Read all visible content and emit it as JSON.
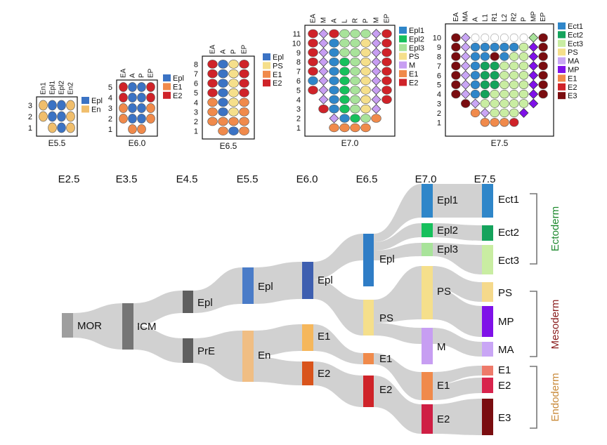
{
  "panels": [
    {
      "id": "E5.5",
      "label": "E5.5",
      "cols": [
        "En1",
        "Epl1",
        "Epl2",
        "En2"
      ],
      "rows": [
        {
          "n": "3",
          "c": [
            "En",
            "Epl",
            "Epl",
            "En"
          ]
        },
        {
          "n": "2",
          "c": [
            "En",
            "Epl",
            "Epl",
            "En"
          ]
        },
        {
          "n": "1",
          "c": [
            "",
            "En",
            "Epl",
            "En"
          ]
        }
      ],
      "legend": [
        "Epl",
        "En"
      ]
    },
    {
      "id": "E6.0",
      "label": "E6.0",
      "cols": [
        "EA",
        "A",
        "P",
        "EP"
      ],
      "rows": [
        {
          "n": "5",
          "c": [
            "E2",
            "Epl",
            "Epl",
            "E2"
          ]
        },
        {
          "n": "4",
          "c": [
            "E2",
            "Epl",
            "Epl",
            "E2"
          ]
        },
        {
          "n": "3",
          "c": [
            "E1",
            "Epl",
            "Epl",
            "E1"
          ]
        },
        {
          "n": "2",
          "c": [
            "E1",
            "Epl",
            "Epl",
            "E1"
          ]
        },
        {
          "n": "1",
          "c": [
            "",
            "E1",
            "E1",
            ""
          ]
        }
      ],
      "legend": [
        "Epl",
        "E1",
        "E2"
      ]
    },
    {
      "id": "E6.5",
      "label": "E6.5",
      "cols": [
        "EA",
        "A",
        "P",
        "EP"
      ],
      "rows": [
        {
          "n": "8",
          "c": [
            "E2",
            "Epl",
            "PS",
            "E2"
          ]
        },
        {
          "n": "7",
          "c": [
            "E2",
            "Epl",
            "PS",
            "E2"
          ]
        },
        {
          "n": "6",
          "c": [
            "E2",
            "Epl",
            "PS",
            "E2"
          ]
        },
        {
          "n": "5",
          "c": [
            "E2",
            "Epl",
            "PS",
            "E2"
          ]
        },
        {
          "n": "4",
          "c": [
            "E1",
            "Epl",
            "PS",
            "E1"
          ]
        },
        {
          "n": "3",
          "c": [
            "E1",
            "Epl",
            "PS",
            "E1"
          ]
        },
        {
          "n": "2",
          "c": [
            "E1",
            "E1",
            "E1",
            "E1"
          ]
        },
        {
          "n": "1",
          "c": [
            "",
            "E1",
            "Epl",
            "E1"
          ]
        }
      ],
      "legend": [
        "Epl",
        "PS",
        "E1",
        "E2"
      ]
    },
    {
      "id": "E7.0",
      "label": "E7.0",
      "cols": [
        "EA",
        "M",
        "A",
        "L",
        "R",
        "P",
        "M",
        "EP"
      ],
      "rows": [
        {
          "n": "11",
          "c": [
            "E2",
            "M",
            "E2",
            "Epl3",
            "Epl3",
            "Epl3",
            "M",
            "E2"
          ]
        },
        {
          "n": "10",
          "c": [
            "E2",
            "M",
            "Epl1",
            "Epl3",
            "Epl3",
            "PS",
            "M",
            "E2"
          ]
        },
        {
          "n": "9",
          "c": [
            "E2",
            "M",
            "Epl1",
            "Epl3",
            "Epl3",
            "PS",
            "M",
            "E2"
          ]
        },
        {
          "n": "8",
          "c": [
            "E2",
            "M",
            "Epl1",
            "Epl2",
            "Epl3",
            "PS",
            "M",
            "E2"
          ]
        },
        {
          "n": "7",
          "c": [
            "E2",
            "M",
            "Epl1",
            "Epl2",
            "Epl3",
            "PS",
            "M",
            "E2"
          ]
        },
        {
          "n": "6",
          "c": [
            "Epl1",
            "M",
            "Epl1",
            "Epl2",
            "Epl3",
            "PS",
            "M",
            "E2"
          ]
        },
        {
          "n": "5",
          "c": [
            "E2",
            "M",
            "Epl1",
            "Epl2",
            "Epl3",
            "PS",
            "M",
            "E2"
          ]
        },
        {
          "n": "4",
          "c": [
            "",
            "M",
            "Epl1",
            "Epl2",
            "Epl3",
            "PS",
            "M",
            "E2"
          ]
        },
        {
          "n": "3",
          "c": [
            "",
            "E2",
            "Epl1",
            "Epl2",
            "Epl3",
            "PS",
            "M",
            ""
          ]
        },
        {
          "n": "2",
          "c": [
            "",
            "",
            "M",
            "Epl1",
            "Epl2",
            "Epl3",
            "E1",
            ""
          ]
        },
        {
          "n": "1",
          "c": [
            "",
            "",
            "E1",
            "E1",
            "E1",
            "E1",
            "",
            ""
          ]
        }
      ],
      "legend": [
        "Epl1",
        "Epl2",
        "Epl3",
        "PS",
        "M",
        "E1",
        "E2"
      ]
    },
    {
      "id": "E7.5",
      "label": "E7.5",
      "cols": [
        "EA",
        "MA",
        "A",
        "L1",
        "R1",
        "L2",
        "R2",
        "P",
        "MP",
        "EP"
      ],
      "rows": [
        {
          "n": "10",
          "c": [
            "E3",
            "MA",
            "",
            "",
            "",
            "",
            "",
            "",
            "PSd",
            "E3"
          ]
        },
        {
          "n": "9",
          "c": [
            "E3",
            "MA",
            "Ect1",
            "Ect1",
            "Ect1",
            "Ect1",
            "Ect1",
            "Ect3",
            "MP",
            "E3"
          ]
        },
        {
          "n": "8",
          "c": [
            "E3",
            "MA",
            "Ect1",
            "Ect1",
            "E3",
            "Ect1",
            "Ect3",
            "Ect3",
            "MP",
            "E3"
          ]
        },
        {
          "n": "7",
          "c": [
            "E3",
            "MA",
            "Ect1",
            "Ect2",
            "Ect2",
            "Ect3",
            "Ect3",
            "Ect3",
            "MP",
            "E3"
          ]
        },
        {
          "n": "6",
          "c": [
            "E3",
            "MA",
            "Ect1",
            "Ect2",
            "Ect2",
            "Ect3",
            "Ect3",
            "Ect3",
            "MP",
            "E3"
          ]
        },
        {
          "n": "5",
          "c": [
            "E3",
            "MA",
            "Ect1",
            "Ect2",
            "Ect2",
            "Ect3",
            "Ect3",
            "Ect3",
            "MP",
            "E3"
          ]
        },
        {
          "n": "4",
          "c": [
            "E3",
            "MA",
            "Ect1",
            "Ect2",
            "Ect3",
            "Ect3",
            "Ect3",
            "Ect3",
            "MP",
            "E3"
          ]
        },
        {
          "n": "3",
          "c": [
            "",
            "E3",
            "MA",
            "Ect3",
            "Ect3",
            "Ect3",
            "Ect3",
            "Ect3",
            "MP",
            ""
          ]
        },
        {
          "n": "2",
          "c": [
            "",
            "",
            "E1",
            "MA",
            "Ect3",
            "Ect3",
            "Ect3",
            "MP",
            "",
            ""
          ]
        },
        {
          "n": "1",
          "c": [
            "",
            "",
            "",
            "E1",
            "E1",
            "E1",
            "E2",
            "",
            "",
            ""
          ]
        }
      ],
      "legend": [
        "Ect1",
        "Ect2",
        "Ect3",
        "PS",
        "MA",
        "MP",
        "E1",
        "E2",
        "E3"
      ]
    }
  ],
  "colors": {
    "Epl": "#3b73c4",
    "En": "#f0be6c",
    "E1": "#f08a4b",
    "E2": "#cf2329",
    "E3": "#7a0d10",
    "PS": "#f5df8b",
    "M": "#c79ef2",
    "Epl1": "#2f86c9",
    "Epl2": "#16c05c",
    "Epl3": "#a8e39a",
    "Ect1": "#2f86c9",
    "Ect2": "#15a35c",
    "Ect3": "#c9eda2",
    "MA": "#c9a6f5",
    "MP": "#7f11e8",
    "PSd": "#a8e39a",
    "flow": "#cfcfcf",
    "ectoderm": "#1f8a2f",
    "mesoderm": "#8a1c1c",
    "endoderm": "#c98a3a"
  },
  "timeline": [
    "E2.5",
    "E3.5",
    "E4.5",
    "E5.5",
    "E6.0",
    "E6.5",
    "E7.0",
    "E7.5"
  ],
  "lineage_labels": {
    "MOR": "MOR",
    "ICM": "ICM",
    "Epl_45": "Epl",
    "PrE": "PrE",
    "Epl_55": "Epl",
    "En": "En",
    "Epl_60": "Epl",
    "E1_60": "E1",
    "E2_60": "E2",
    "Epl_65": "Epl",
    "PS_65": "PS",
    "E1_65": "E1",
    "E2_65": "E2",
    "Epl1": "Epl1",
    "Epl2": "Epl2",
    "Epl3": "Epl3",
    "PS_70": "PS",
    "M_70": "M",
    "E1_70": "E1",
    "E2_70": "E2",
    "Ect1": "Ect1",
    "Ect2": "Ect2",
    "Ect3": "Ect3",
    "PS_75": "PS",
    "MP": "MP",
    "MA": "MA",
    "E1_75": "E1",
    "E2_75": "E2",
    "E3": "E3"
  },
  "germ_layers": {
    "ectoderm": "Ectoderm",
    "mesoderm": "Mesoderm",
    "endoderm": "Endoderm"
  }
}
